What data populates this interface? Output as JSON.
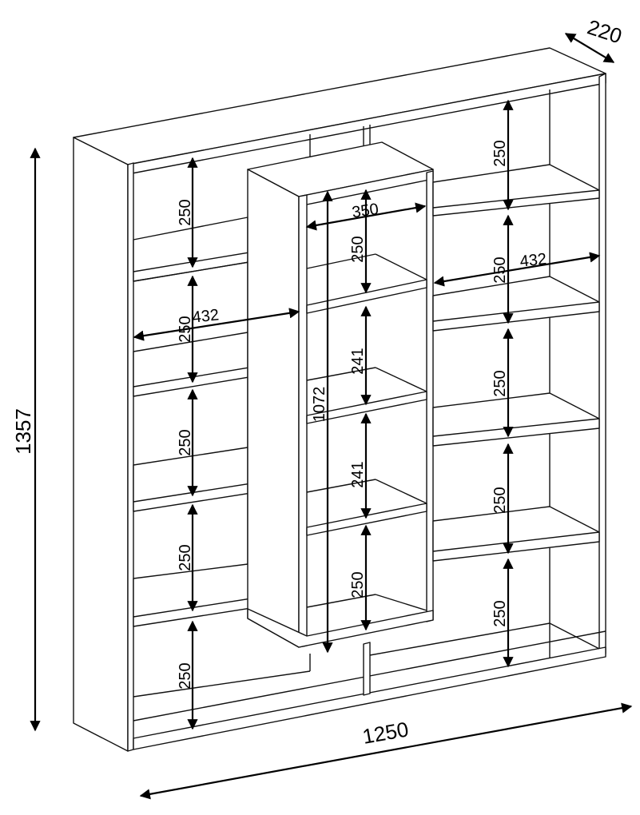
{
  "dimensions": {
    "total_width": "1250",
    "total_height": "1357",
    "depth": "220",
    "center_column_width": "350",
    "center_column_height": "1072",
    "side_shelf_width_left": "432",
    "side_shelf_width_right": "432",
    "left_column_heights": [
      "250",
      "250",
      "250",
      "250",
      "250"
    ],
    "center_column_heights": [
      "250",
      "241",
      "241",
      "250"
    ],
    "right_column_heights": [
      "250",
      "250",
      "250",
      "250",
      "250"
    ]
  }
}
